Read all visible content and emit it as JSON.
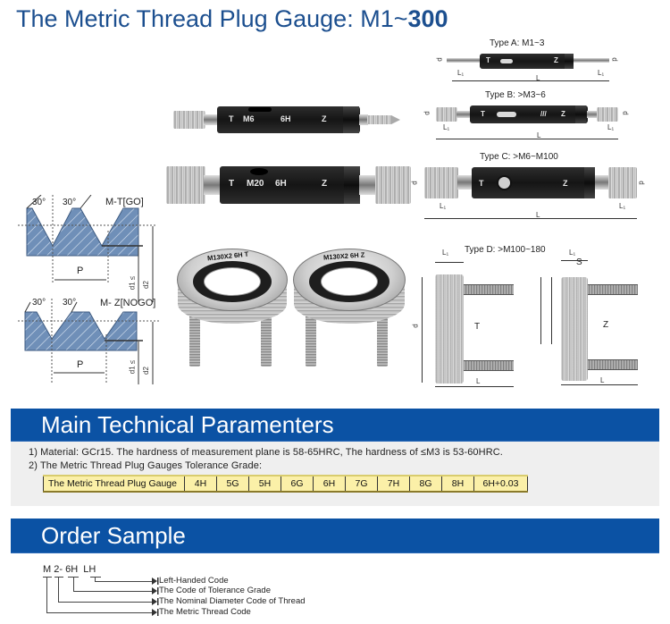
{
  "header": {
    "title_prefix": "The Metric Thread Plug Gauge: M1~",
    "title_suffix": "300"
  },
  "thread_profiles": [
    {
      "label": "M-T[GO]",
      "angle_left": "30°",
      "angle_right": "30°",
      "pitch_label": "P",
      "d1_label": "d1 ≤",
      "d2_label": "d2"
    },
    {
      "label": "M- Z[NOGO]",
      "angle_left": "30°",
      "angle_right": "30°",
      "pitch_label": "P",
      "d1_label": "d1 ≤",
      "d2_label": "d2"
    }
  ],
  "product_photos": {
    "gauge_small": {
      "go": "T",
      "size": "M6",
      "grade": "6H",
      "nogo": "Z"
    },
    "gauge_large": {
      "go": "T",
      "size": "M20",
      "grade": "6H",
      "nogo": "Z"
    },
    "ring_go": {
      "marking": "M130X2  6H  T"
    },
    "ring_nogo": {
      "marking": "M130X2  6H  Z"
    }
  },
  "types": [
    {
      "title": "Type A: M1~3",
      "go": "T",
      "nogo": "Z",
      "d": "d",
      "l1": "L₁",
      "l": "L"
    },
    {
      "title": "Type B: >M3~6",
      "go": "T",
      "mark": "///",
      "nogo": "Z",
      "d": "d",
      "l1": "L₁",
      "l": "L"
    },
    {
      "title": "Type C: >M6~M100",
      "go": "T",
      "nogo": "Z",
      "d": "d",
      "l1": "L₁",
      "l": "L"
    },
    {
      "title": "Type D: >M100~180",
      "go": "T",
      "nogo": "Z",
      "d": "d",
      "l1": "L₁",
      "s": "S",
      "l": "L"
    }
  ],
  "tech_section": {
    "heading": "Main Technical Paramenters",
    "line1": "1) Material: GCr15. The hardness of measurement plane is 58-65HRC, The hardness of ≤M3 is 53-60HRC.",
    "line2": "2) The Metric Thread Plug Gauges Tolerance Grade:",
    "table": {
      "header": "The Metric Thread Plug Gauge",
      "grades": [
        "4H",
        "5G",
        "5H",
        "6G",
        "6H",
        "7G",
        "7H",
        "8G",
        "8H",
        "6H+0.03"
      ]
    }
  },
  "order_section": {
    "heading": "Order Sample",
    "code_parts": [
      "M",
      "2-",
      "6H",
      "LH"
    ],
    "explanations": [
      "Left-Handed Code",
      "The Code of Tolerance Grade",
      "The Nominal Diameter Code of Thread",
      "The Metric Thread Code"
    ]
  },
  "colors": {
    "title_blue": "#1c4f8f",
    "band_blue": "#0b52a4",
    "panel_grey": "#efefef",
    "table_yellow": "#fbf0a8",
    "profile_fill": "#6f8fb8"
  }
}
